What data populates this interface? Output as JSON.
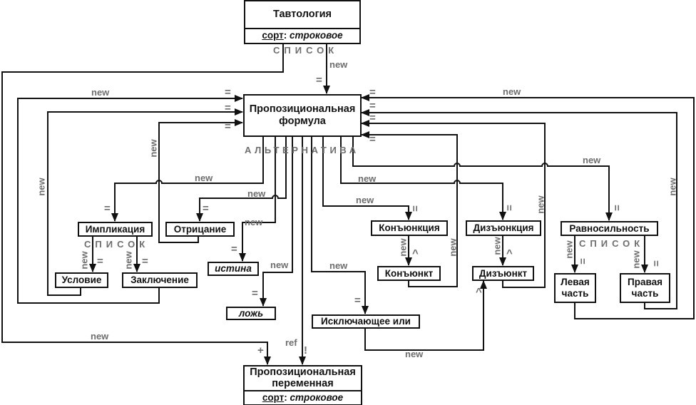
{
  "diagram": {
    "nodes": {
      "tautology": {
        "title": "Тавтология",
        "attr_name": "сорт",
        "attr_sep": ": ",
        "attr_value": "строковое"
      },
      "formula": {
        "line1": "Пропозициональная",
        "line2": "формула"
      },
      "implication": "Импликация",
      "negation": "Отрицание",
      "condition": "Условие",
      "conclusion": "Заключение",
      "true_const": "истина",
      "false_const": "ложь",
      "conjunction": "Конъюнкция",
      "conjunct": "Конъюнкт",
      "disjunction": "Дизъюнкция",
      "disjunct": "Дизъюнкт",
      "xor": "Исключающее или",
      "equivalence": "Равносильность",
      "left_part": {
        "line1": "Левая",
        "line2": "часть"
      },
      "right_part": {
        "line1": "Правая",
        "line2": "часть"
      },
      "variable": {
        "line1": "Пропозициональная",
        "line2": "переменная",
        "attr_name": "сорт",
        "attr_sep": ": ",
        "attr_value": "строковое"
      }
    },
    "group_labels": {
      "list": "СПИСОК",
      "alternative": "АЛЬТЕРНАТИВА"
    },
    "edge_labels": {
      "new": "new",
      "eq": "=",
      "caret": "^",
      "ref": "ref",
      "bang": "!",
      "plus": "+"
    }
  }
}
